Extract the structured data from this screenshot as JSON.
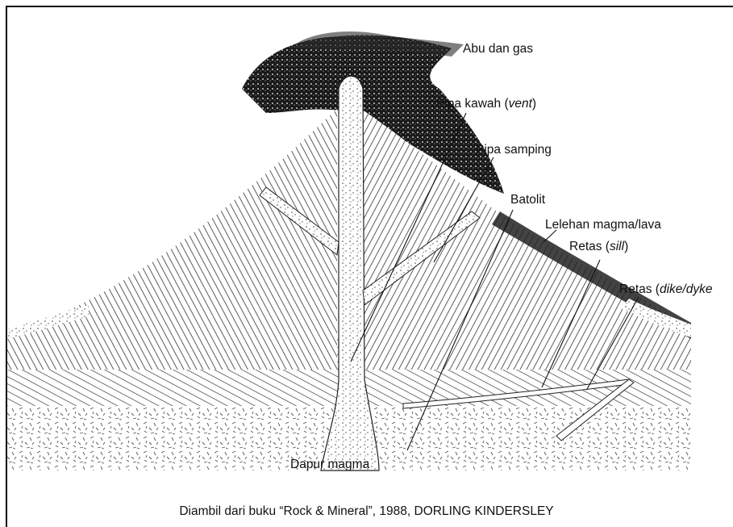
{
  "labels": {
    "ash_gas": "Abu dan gas",
    "vent_prefix": "Pipa kawah (",
    "vent_italic": "vent",
    "vent_suffix": ")",
    "side_vent": "Pipa samping",
    "batholith": "Batolit",
    "lava": "Lelehan magma/lava",
    "sill_prefix": "Retas (",
    "sill_italic": "sill",
    "sill_suffix": ")",
    "dike_prefix": "Retas (",
    "dike_italic": "dike/dyke",
    "magma_chamber": "Dapur magma"
  },
  "caption": "Diambil dari buku “Rock & Mineral”, 1988, DORLING KINDERSLEY",
  "colors": {
    "ink": "#111111",
    "ash": "#1a1a1a",
    "stripe": "#3a3a3a",
    "background": "#ffffff"
  }
}
